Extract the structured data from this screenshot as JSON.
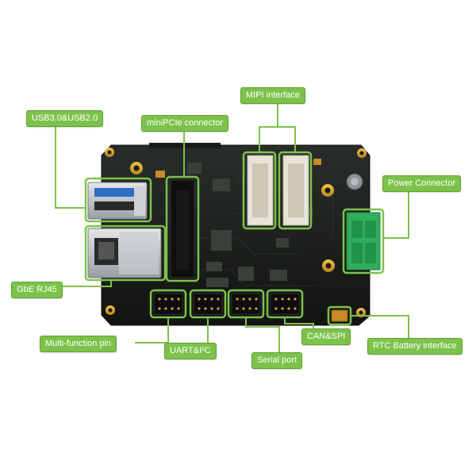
{
  "labels": {
    "usb": "USB3.0&USB2.0",
    "minipcie": "miniPCIe connector",
    "mipi": "MIPI interface",
    "power": "Power Connector",
    "rj45": "GbE RJ45",
    "multifunction": "Multi-function pin",
    "uart_i2c": "UART&I²C",
    "serial": "Serial port",
    "can_spi": "CAN&SPI",
    "rtc": "RTC Battery interface"
  },
  "colors": {
    "accent": "#7dc24b",
    "board": "#1c1f1c",
    "terminal": "#2fae5b",
    "gold": "#d8a52a"
  }
}
